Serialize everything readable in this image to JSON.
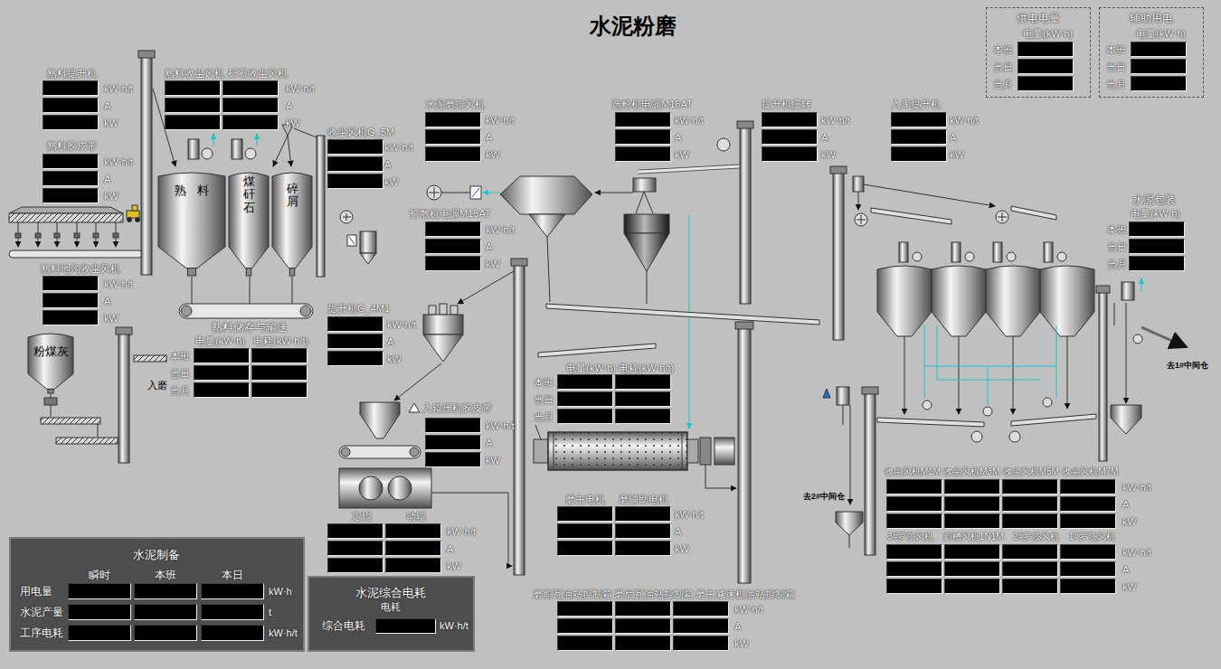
{
  "diagram": {
    "title": "水泥粉磨",
    "nodes": [
      {
        "text": [
          "熟料提升机",
          "kW·h/t",
          "A",
          "kW"
        ]
      },
      {
        "text": [
          "熟料收尘风机",
          "矸石收尘风机",
          "kW·h/t",
          "A",
          "kW"
        ]
      },
      {
        "text": [
          "收尘风机G_5M",
          "kW·h/t",
          "A",
          "kW"
        ]
      },
      {
        "text": [
          "水泥磨排风机",
          "kW·h/t",
          "A",
          "kW"
        ]
      },
      {
        "text": [
          "选粉机电源M16AT",
          "kW·h/t",
          "A",
          "kW"
        ]
      },
      {
        "text": [
          "提升机慢转",
          "kW·h/t",
          "A",
          "kW"
        ]
      },
      {
        "text": [
          "入库提升机",
          "kW·h/t",
          "A",
          "kW"
        ]
      },
      {
        "text": [
          "供电电量",
          "电量(kW·h)",
          "本班",
          "当日",
          "当月"
        ]
      },
      {
        "text": [
          "辅助用电",
          "电量(kW·h)",
          "本班",
          "当日",
          "当月"
        ]
      },
      {
        "text": [
          "熟料胶皮带",
          "kW·h/t",
          "A",
          "kW"
        ]
      },
      {
        "text": [
          "熟料"
        ]
      },
      {
        "text": [
          "煤矸石"
        ]
      },
      {
        "text": [
          "碎屑"
        ]
      },
      {
        "text": [
          "打散机电源M15AT",
          "kW·h/t",
          "A",
          "kW"
        ]
      },
      {
        "text": [
          "水泥包装",
          "电量(kW·h)",
          "本班",
          "当日",
          "当月"
        ]
      },
      {
        "text": [
          "熟料地沟收尘风机",
          "kW·h/t",
          "A",
          "kW"
        ]
      },
      {
        "text": [
          "提升机G_4M1",
          "kW·h/t",
          "A",
          "kW"
        ]
      },
      {
        "text": [
          "粉煤灰"
        ]
      },
      {
        "text": [
          "熟料储存与输送",
          "电量(kW·h)",
          "电耗(kW·h/t)",
          "本班",
          "当日",
          "当月"
        ]
      },
      {
        "text": [
          "电量(kW·h)",
          "电耗(kW·h/t)",
          "本班",
          "当日",
          "当月"
        ]
      },
      {
        "text": [
          "入辊压机胶皮带",
          "kW·h/t",
          "A",
          "kW"
        ]
      },
      {
        "text": [
          "收尘风机M1M",
          "收尘风机M3M",
          "收尘风机M5M",
          "收尘风机M7M",
          "kW·h/t",
          "A",
          "kW"
        ]
      },
      {
        "text": [
          "磨主电机",
          "磨辅助电机",
          "kW·h/t",
          "A",
          "kW"
        ]
      },
      {
        "text": [
          "定辊",
          "动辊",
          "kW·h/t",
          "A",
          "kW"
        ]
      },
      {
        "text": [
          "3#罗茨风机",
          "斜槽风机1N1M",
          "2#罗茨风机",
          "1#罗茨风机",
          "kW·h/t",
          "A",
          "kW"
        ]
      },
      {
        "text": [
          "水泥制备",
          "瞬时",
          "本班",
          "本日",
          "用电量",
          "水泥产量",
          "工序电耗",
          "kW·h",
          "t",
          "kW·h/t"
        ]
      },
      {
        "text": [
          "水泥综合电耗",
          "电耗",
          "综合电耗",
          "kW·h/t"
        ]
      },
      {
        "text": [
          "磨前瓦油站控制箱",
          "磨后瓦油站控制箱",
          "磨主减速机油站控制箱",
          "kW·h/t",
          "A",
          "kW"
        ]
      }
    ],
    "labels": [
      "入磨",
      "去1#中间仓",
      "去2#中间仓"
    ]
  }
}
